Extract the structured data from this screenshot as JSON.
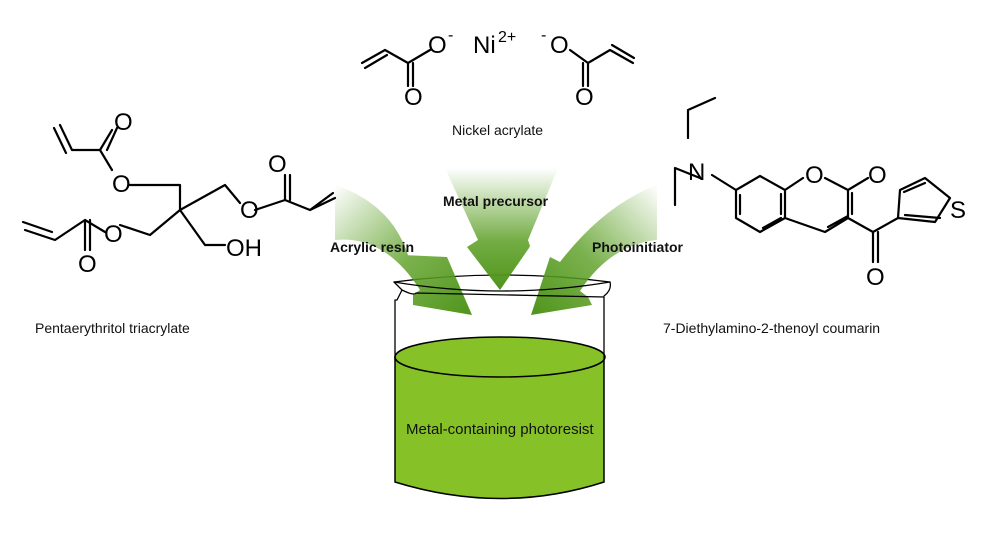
{
  "molecules": {
    "nickel_acrylate": {
      "name": "Nickel acrylate",
      "atoms": {
        "o_minus_left": "O",
        "ni": "Ni",
        "ni_charge": "2+",
        "o_minus_right": "O",
        "minus": "-",
        "o_left": "O",
        "o_right": "O"
      }
    },
    "pentaerythritol": {
      "name": "Pentaerythritol triacrylate",
      "atoms": {
        "o": "O",
        "oh": "OH"
      }
    },
    "coumarin": {
      "name": "7-Diethylamino-2-thenoyl coumarin",
      "atoms": {
        "n": "N",
        "o": "O",
        "s": "S"
      }
    }
  },
  "arrows": {
    "left": "Acrylic resin",
    "center": "Metal precursor",
    "right": "Photoinitiator"
  },
  "beaker": {
    "label": "Metal-containing photoresist"
  },
  "colors": {
    "liquid": "#86c127",
    "arrow": "#5a9e22",
    "outline": "#000000"
  }
}
